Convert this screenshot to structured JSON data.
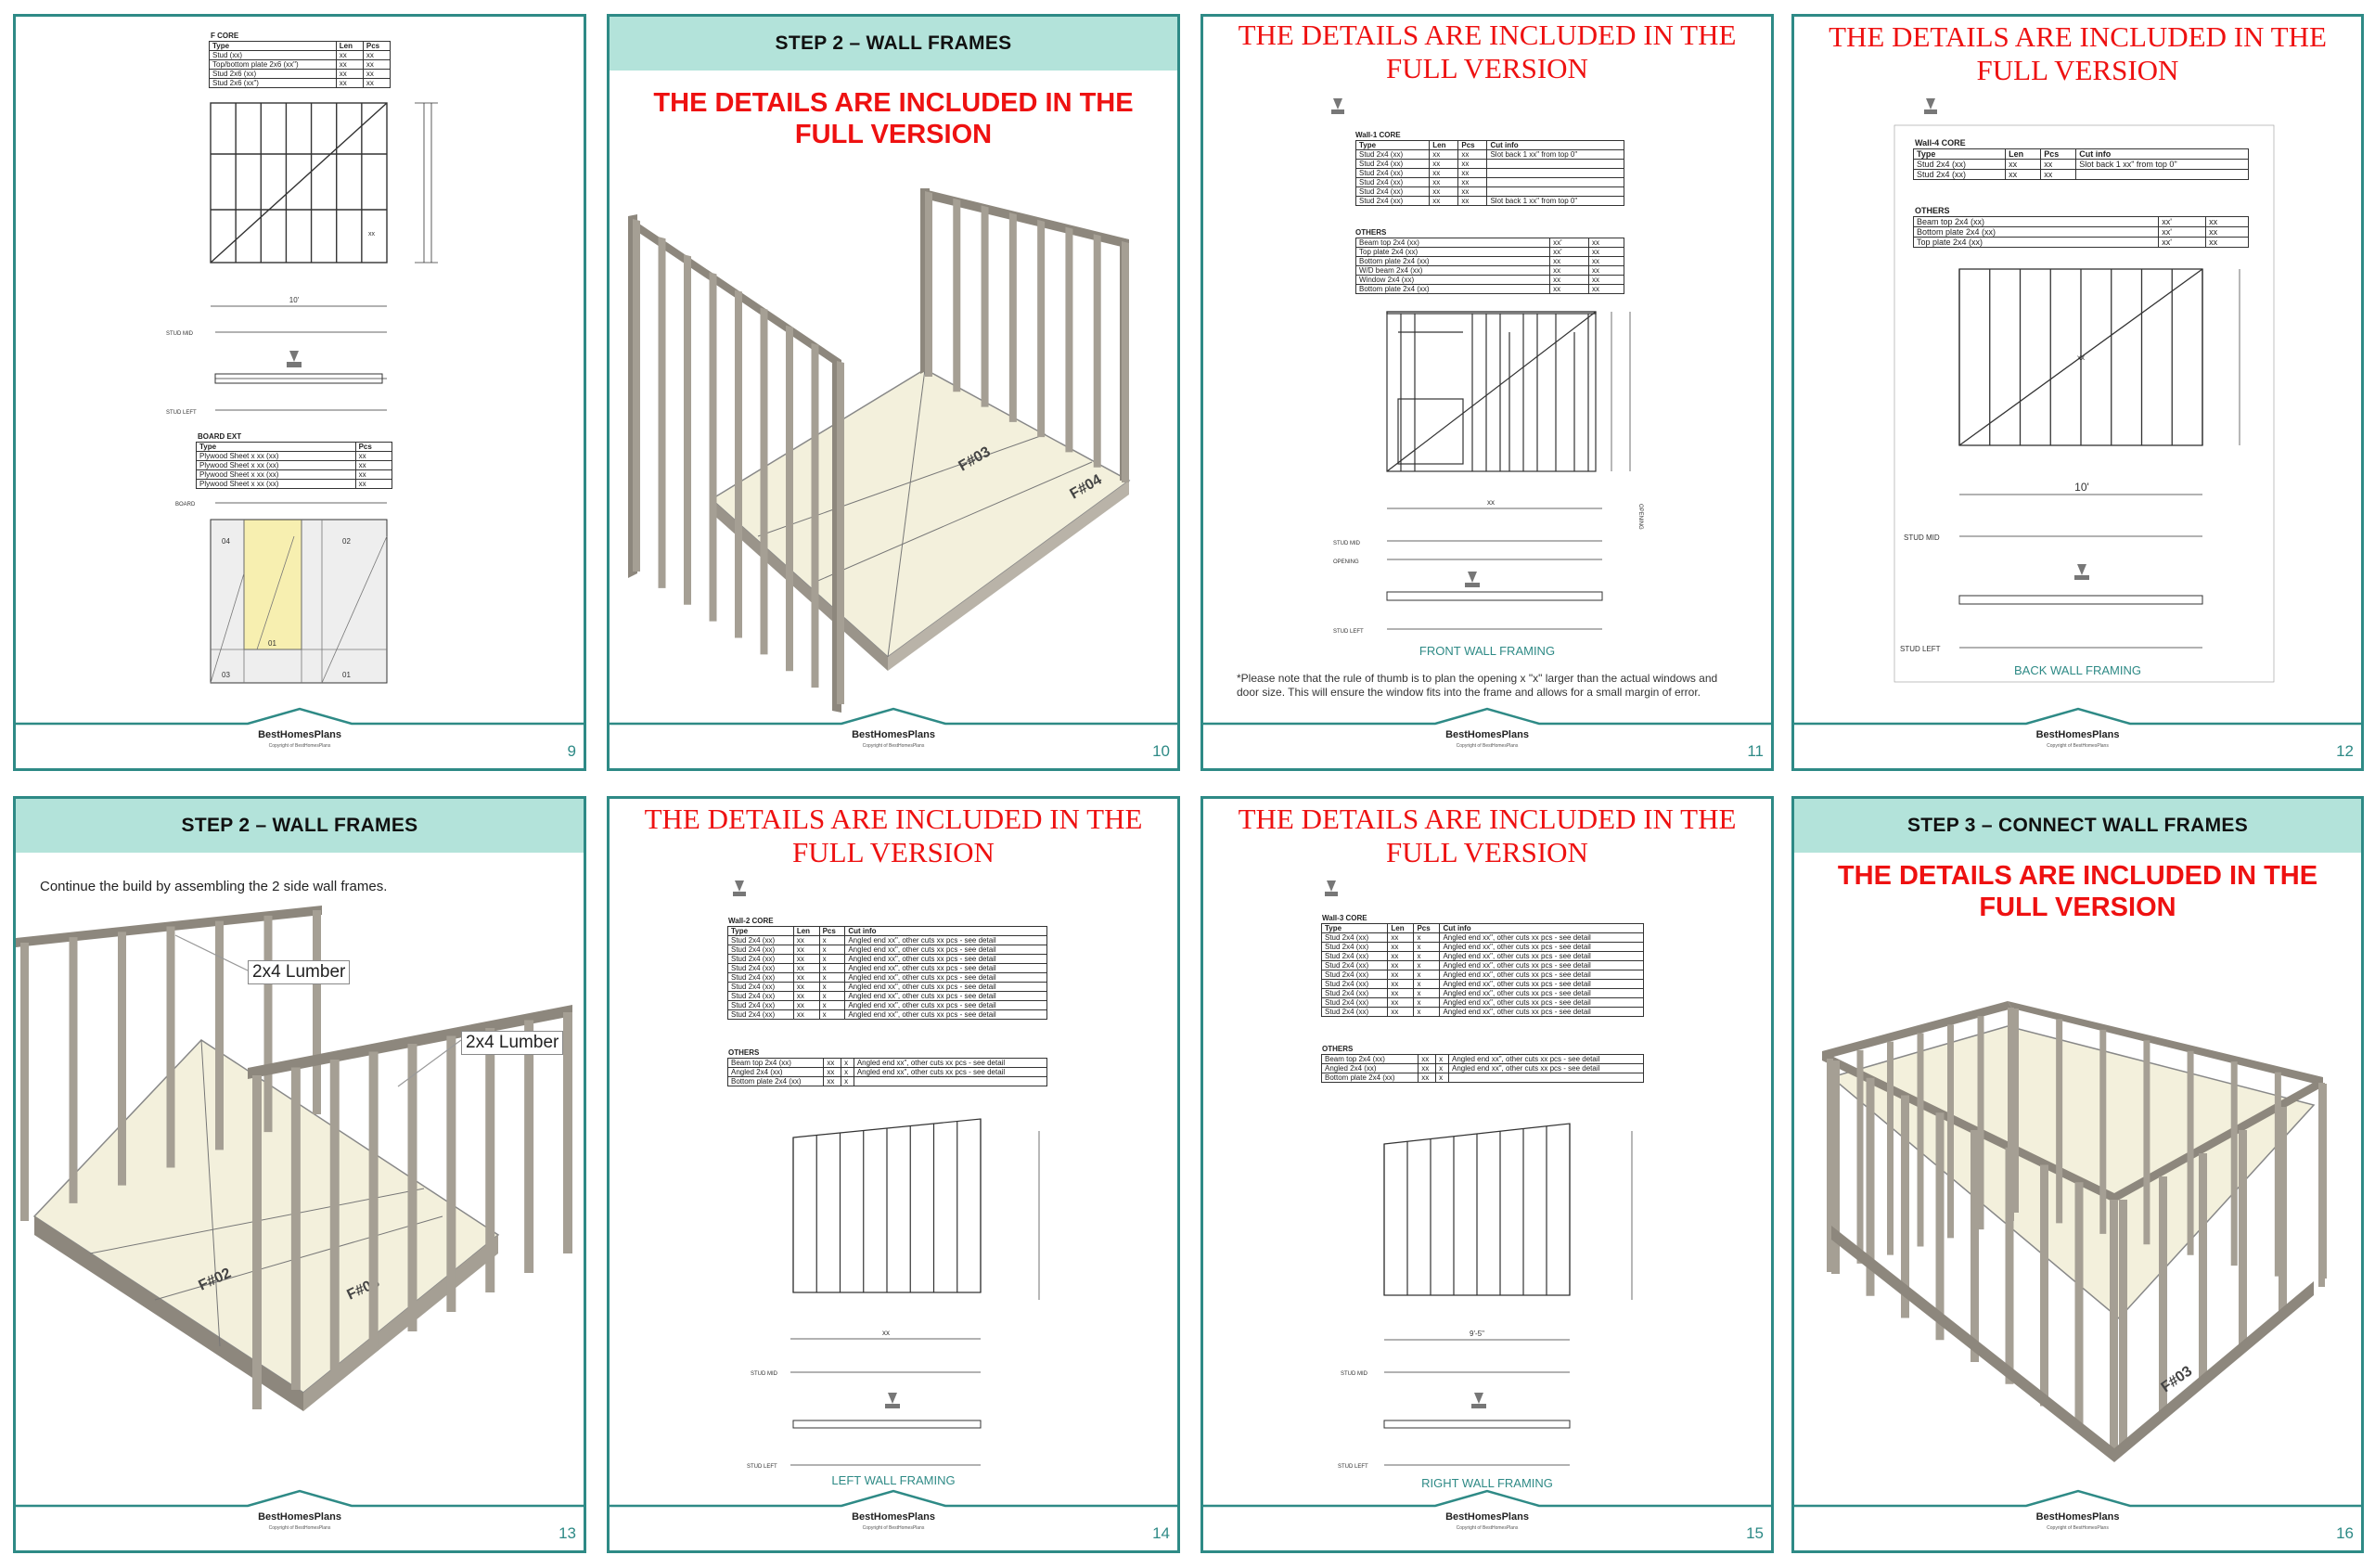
{
  "notice": "THE DETAILS ARE INCLUDED IN THE FULL VERSION",
  "brand": "BestHomesPlans",
  "copyright": "Copyright of BestHomesPlans",
  "pages": {
    "p9": {
      "number": "9",
      "core_title": "F CORE",
      "core_headers": [
        "Type",
        "Len",
        "Pcs"
      ],
      "core_rows": [
        [
          "Stud (xx)",
          "xx",
          "xx"
        ],
        [
          "Top/bottom plate 2x6 (xx\")",
          "xx",
          "xx"
        ],
        [
          "Stud 2x6 (xx)",
          "xx",
          "xx"
        ],
        [
          "Stud 2x6 (xx\")",
          "xx",
          "xx"
        ]
      ],
      "dim_width": "10'",
      "stud_mid": "STUD MID",
      "stud_left": "STUD LEFT",
      "board_title": "BOARD EXT",
      "board_headers": [
        "Type",
        "Pcs"
      ],
      "board_rows": [
        [
          "Plywood Sheet x xx (xx)",
          "xx"
        ],
        [
          "Plywood Sheet x xx (xx)",
          "xx"
        ],
        [
          "Plywood Sheet x xx (xx)",
          "xx"
        ],
        [
          "Plywood Sheet x xx (xx)",
          "xx"
        ]
      ],
      "board_label": "BOARD"
    },
    "p10": {
      "number": "10",
      "heading": "STEP 2 – WALL FRAMES"
    },
    "p11": {
      "number": "11",
      "core_title": "Wall-1 CORE",
      "core_headers": [
        "Type",
        "Len",
        "Pcs",
        "Cut info"
      ],
      "core_rows": [
        [
          "Stud 2x4 (xx)",
          "xx",
          "xx",
          "Slot back 1 xx\" from top 0\""
        ],
        [
          "Stud 2x4 (xx)",
          "xx",
          "xx",
          ""
        ],
        [
          "Stud 2x4 (xx)",
          "xx",
          "xx",
          ""
        ],
        [
          "Stud 2x4 (xx)",
          "xx",
          "xx",
          ""
        ],
        [
          "Stud 2x4 (xx)",
          "xx",
          "xx",
          ""
        ],
        [
          "Stud 2x4 (xx)",
          "xx",
          "xx",
          "Slot back 1 xx\" from top 0\""
        ]
      ],
      "others_title": "OTHERS",
      "others_rows": [
        [
          "Beam top 2x4 (xx)",
          "xx'",
          "xx"
        ],
        [
          "Top plate 2x4 (xx)",
          "xx'",
          "xx"
        ],
        [
          "Bottom plate 2x4 (xx)",
          "xx",
          "xx"
        ],
        [
          "W/D beam 2x4 (xx)",
          "xx",
          "xx"
        ],
        [
          "Window 2x4 (xx)",
          "xx",
          "xx"
        ],
        [
          "Bottom plate 2x4 (xx)",
          "xx",
          "xx"
        ]
      ],
      "stud_mid": "STUD MID",
      "opening": "OPENING",
      "stud_left": "STUD LEFT",
      "opening_side": "OPENING",
      "caption": "FRONT WALL FRAMING",
      "note": "*Please note that the rule of thumb is to plan the opening x \"x\" larger than the actual windows and door size. This will ensure the window fits into the frame and allows for a small margin of error."
    },
    "p12": {
      "number": "12",
      "core_title": "Wall-4 CORE",
      "core_headers": [
        "Type",
        "Len",
        "Pcs",
        "Cut info"
      ],
      "core_rows": [
        [
          "Stud 2x4 (xx)",
          "xx",
          "xx",
          "Slot back 1 xx\" from top 0\""
        ],
        [
          "Stud 2x4 (xx)",
          "xx",
          "xx",
          ""
        ]
      ],
      "others_title": "OTHERS",
      "others_rows": [
        [
          "Beam top 2x4 (xx)",
          "xx'",
          "xx"
        ],
        [
          "Bottom plate 2x4 (xx)",
          "xx'",
          "xx"
        ],
        [
          "Top plate 2x4 (xx)",
          "xx'",
          "xx"
        ]
      ],
      "dim_width": "10'",
      "stud_mid": "STUD MID",
      "stud_left": "STUD LEFT",
      "caption": "BACK WALL FRAMING"
    },
    "p13": {
      "number": "13",
      "heading": "STEP 2 – WALL FRAMES",
      "intro": "Continue the build by assembling the 2 side wall frames.",
      "callout1": "2x4 Lumber",
      "callout2": "2x4 Lumber"
    },
    "p14": {
      "number": "14",
      "core_title": "Wall-2 CORE",
      "core_headers": [
        "Type",
        "Len",
        "Pcs",
        "Cut info"
      ],
      "core_rows": [
        [
          "Stud 2x4 (xx)",
          "xx",
          "x",
          "Angled end xx\", other cuts xx pcs - see detail"
        ],
        [
          "Stud 2x4 (xx)",
          "xx",
          "x",
          "Angled end xx\", other cuts xx pcs - see detail"
        ],
        [
          "Stud 2x4 (xx)",
          "xx",
          "x",
          "Angled end xx\", other cuts xx pcs - see detail"
        ],
        [
          "Stud 2x4 (xx)",
          "xx",
          "x",
          "Angled end xx\", other cuts xx pcs - see detail"
        ],
        [
          "Stud 2x4 (xx)",
          "xx",
          "x",
          "Angled end xx\", other cuts xx pcs - see detail"
        ],
        [
          "Stud 2x4 (xx)",
          "xx",
          "x",
          "Angled end xx\", other cuts xx pcs - see detail"
        ],
        [
          "Stud 2x4 (xx)",
          "xx",
          "x",
          "Angled end xx\", other cuts xx pcs - see detail"
        ],
        [
          "Stud 2x4 (xx)",
          "xx",
          "x",
          "Angled end xx\", other cuts xx pcs - see detail"
        ],
        [
          "Stud 2x4 (xx)",
          "xx",
          "x",
          "Angled end xx\", other cuts xx pcs - see detail"
        ]
      ],
      "others_title": "OTHERS",
      "others_rows": [
        [
          "Beam top 2x4 (xx)",
          "xx",
          "x",
          "Angled end xx\", other cuts xx pcs - see detail"
        ],
        [
          "Angled 2x4 (xx)",
          "xx",
          "x",
          "Angled end xx\", other cuts xx pcs - see detail"
        ],
        [
          "Bottom plate 2x4 (xx)",
          "xx",
          "x",
          ""
        ]
      ],
      "dim_width": "xx",
      "stud_mid": "STUD MID",
      "stud_left": "STUD LEFT",
      "caption": "LEFT WALL FRAMING"
    },
    "p15": {
      "number": "15",
      "core_title": "Wall-3 CORE",
      "core_headers": [
        "Type",
        "Len",
        "Pcs",
        "Cut info"
      ],
      "core_rows": [
        [
          "Stud 2x4 (xx)",
          "xx",
          "x",
          "Angled end xx\", other cuts xx pcs - see detail"
        ],
        [
          "Stud 2x4 (xx)",
          "xx",
          "x",
          "Angled end xx\", other cuts xx pcs - see detail"
        ],
        [
          "Stud 2x4 (xx)",
          "xx",
          "x",
          "Angled end xx\", other cuts xx pcs - see detail"
        ],
        [
          "Stud 2x4 (xx)",
          "xx",
          "x",
          "Angled end xx\", other cuts xx pcs - see detail"
        ],
        [
          "Stud 2x4 (xx)",
          "xx",
          "x",
          "Angled end xx\", other cuts xx pcs - see detail"
        ],
        [
          "Stud 2x4 (xx)",
          "xx",
          "x",
          "Angled end xx\", other cuts xx pcs - see detail"
        ],
        [
          "Stud 2x4 (xx)",
          "xx",
          "x",
          "Angled end xx\", other cuts xx pcs - see detail"
        ],
        [
          "Stud 2x4 (xx)",
          "xx",
          "x",
          "Angled end xx\", other cuts xx pcs - see detail"
        ],
        [
          "Stud 2x4 (xx)",
          "xx",
          "x",
          "Angled end xx\", other cuts xx pcs - see detail"
        ]
      ],
      "others_title": "OTHERS",
      "others_rows": [
        [
          "Beam top 2x4 (xx)",
          "xx",
          "x",
          "Angled end xx\", other cuts xx pcs - see detail"
        ],
        [
          "Angled 2x4 (xx)",
          "xx",
          "x",
          "Angled end xx\", other cuts xx pcs - see detail"
        ],
        [
          "Bottom plate 2x4 (xx)",
          "xx",
          "x",
          ""
        ]
      ],
      "dim_width": "9'-5\"",
      "stud_mid": "STUD MID",
      "stud_left": "STUD LEFT",
      "caption": "RIGHT WALL FRAMING"
    },
    "p16": {
      "number": "16",
      "heading": "STEP 3 – CONNECT WALL FRAMES"
    }
  }
}
